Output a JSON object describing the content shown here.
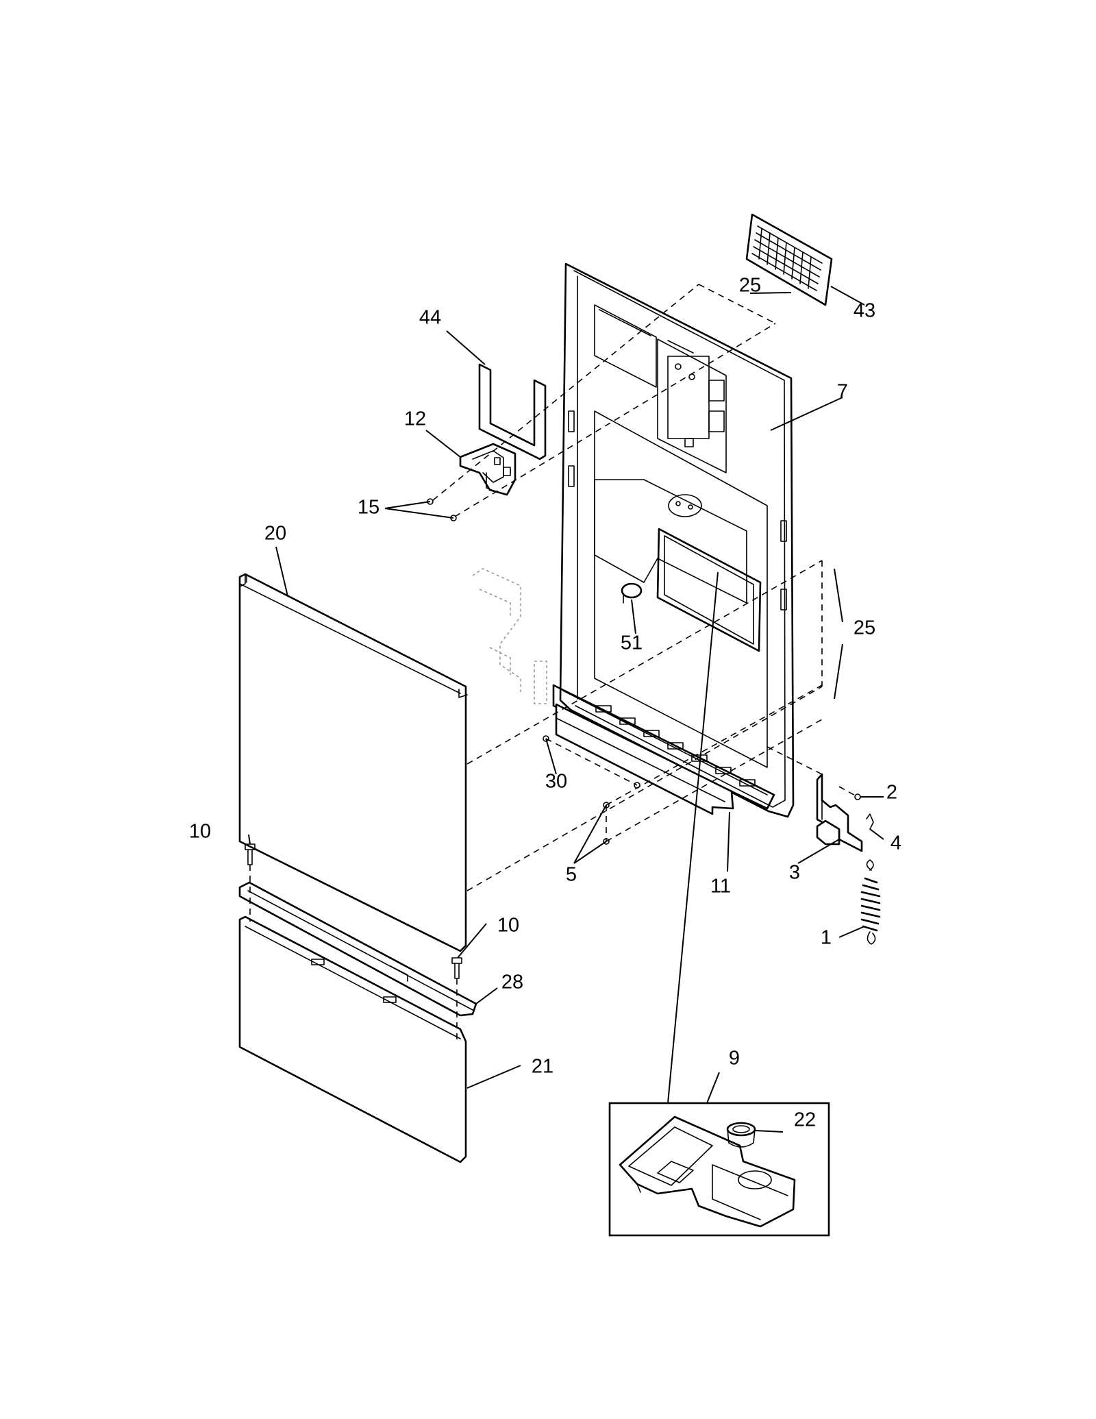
{
  "callouts": [
    {
      "id": "c25a",
      "text": "25"
    },
    {
      "id": "c43",
      "text": "43"
    },
    {
      "id": "c44",
      "text": "44"
    },
    {
      "id": "c7",
      "text": "7"
    },
    {
      "id": "c12",
      "text": "12"
    },
    {
      "id": "c15",
      "text": "15"
    },
    {
      "id": "c20",
      "text": "20"
    },
    {
      "id": "c51",
      "text": "51"
    },
    {
      "id": "c25b",
      "text": "25"
    },
    {
      "id": "c30",
      "text": "30"
    },
    {
      "id": "c2",
      "text": "2"
    },
    {
      "id": "c4",
      "text": "4"
    },
    {
      "id": "c10a",
      "text": "10"
    },
    {
      "id": "c5",
      "text": "5"
    },
    {
      "id": "c3",
      "text": "3"
    },
    {
      "id": "c11",
      "text": "11"
    },
    {
      "id": "c1",
      "text": "1"
    },
    {
      "id": "c10b",
      "text": "10"
    },
    {
      "id": "c28",
      "text": "28"
    },
    {
      "id": "c21",
      "text": "21"
    },
    {
      "id": "c9",
      "text": "9"
    },
    {
      "id": "c22",
      "text": "22"
    }
  ]
}
